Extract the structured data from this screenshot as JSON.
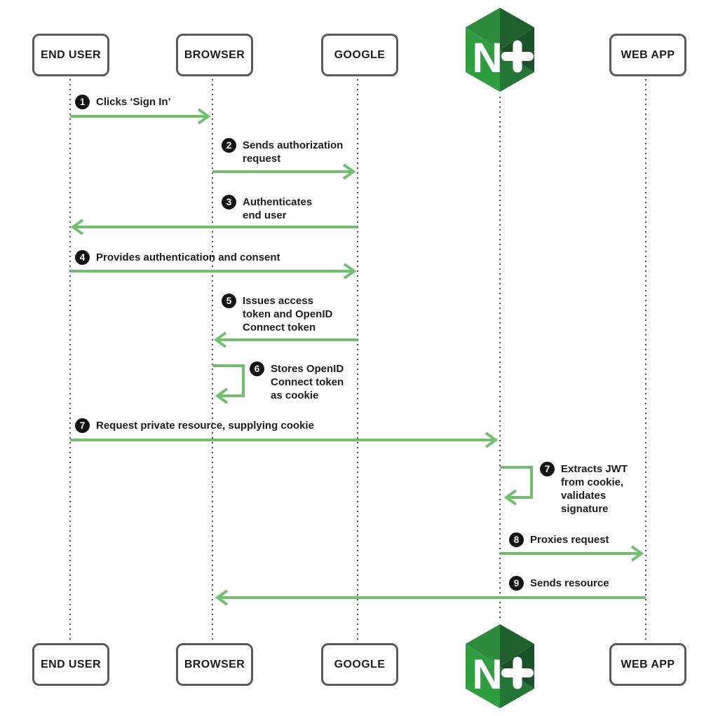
{
  "diagram_type": "sequence-diagram",
  "subject": "OpenID Connect authentication flow with NGINX Plus",
  "colors": {
    "arrow_green": "#72c06f",
    "box_border": "#58595b",
    "lifeline": "#4d4d4d",
    "text": "#1c1c1c",
    "badge": "#121212",
    "nx_topleft": "#2e8b3d",
    "nx_bright": "#2f9e41",
    "nx_dark": "#20602f",
    "nx_darkest": "#1b5129",
    "nx_bottomright": "#257536"
  },
  "actors": [
    {
      "id": "end-user",
      "label": "END USER",
      "type": "box"
    },
    {
      "id": "browser",
      "label": "BROWSER",
      "type": "box"
    },
    {
      "id": "google",
      "label": "GOOGLE",
      "type": "box"
    },
    {
      "id": "nginx-plus",
      "label": "N+",
      "type": "logo"
    },
    {
      "id": "web-app",
      "label": "WEB APP",
      "type": "box"
    }
  ],
  "steps": [
    {
      "num": "1",
      "label": "Clicks ‘Sign In’",
      "from": "end-user",
      "to": "browser"
    },
    {
      "num": "2",
      "label": "Sends authorization\nrequest",
      "from": "browser",
      "to": "google"
    },
    {
      "num": "3",
      "label": "Authenticates\nend user",
      "from": "google",
      "to": "end-user"
    },
    {
      "num": "4",
      "label": "Provides authentication and consent",
      "from": "end-user",
      "to": "google"
    },
    {
      "num": "5",
      "label": "Issues access\ntoken and OpenID\nConnect token",
      "from": "google",
      "to": "browser"
    },
    {
      "num": "6",
      "label": "Stores OpenID\nConnect token\nas cookie",
      "from": "browser",
      "to": "browser"
    },
    {
      "num": "7",
      "label": "Request private resource, supplying cookie",
      "from": "end-user",
      "to": "nginx-plus"
    },
    {
      "num": "7",
      "label": "Extracts JWT\nfrom cookie,\nvalidates\nsignature",
      "from": "nginx-plus",
      "to": "nginx-plus"
    },
    {
      "num": "8",
      "label": "Proxies request",
      "from": "nginx-plus",
      "to": "web-app"
    },
    {
      "num": "9",
      "label": "Sends resource",
      "from": "web-app",
      "to": "browser"
    }
  ]
}
